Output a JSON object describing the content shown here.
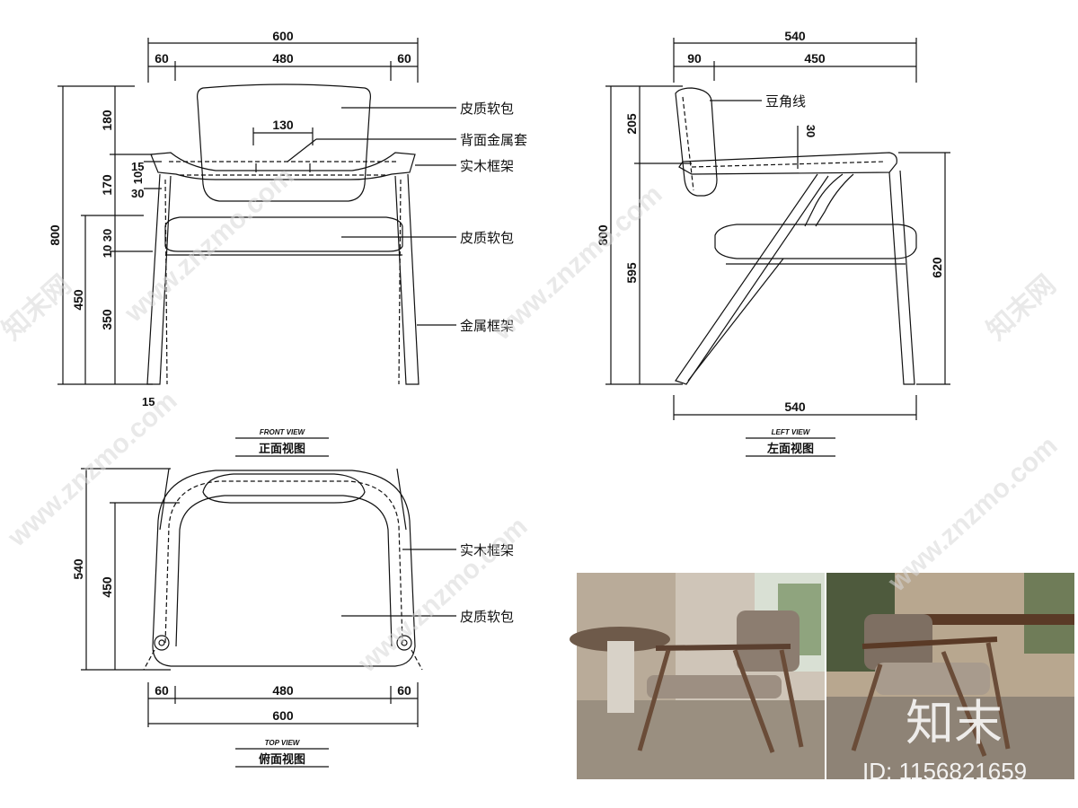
{
  "front_view": {
    "dims": {
      "overall_width": "600",
      "left_arm": "60",
      "inner_width": "480",
      "right_arm": "60",
      "back_rail": "130",
      "h_back": "180",
      "h_arm_band": "170",
      "h_15": "15",
      "h_10": "10",
      "h_30": "30",
      "h_seat_10": "10",
      "h_seat_30": "30",
      "h_total": "800",
      "h_seat": "450",
      "h_leg": "350",
      "leg_width": "15"
    },
    "labels": {
      "back_pad": "皮质软包",
      "back_metal": "背面金属套",
      "wood_frame": "实木框架",
      "seat_pad": "皮质软包",
      "metal_frame": "金属框架"
    },
    "caption_en": "FRONT VIEW",
    "caption_cn": "正面视图"
  },
  "left_view": {
    "dims": {
      "overall_depth": "540",
      "back_depth": "90",
      "seat_depth": "450",
      "h_205": "205",
      "h_800": "800",
      "h_595": "595",
      "h_620": "620",
      "h_30": "30",
      "bottom_depth": "540"
    },
    "labels": {
      "bead_line": "豆角线"
    },
    "caption_en": "LEFT VIEW",
    "caption_cn": "左面视图"
  },
  "top_view": {
    "dims": {
      "h_540": "540",
      "h_450": "450",
      "left": "60",
      "inner": "480",
      "right": "60",
      "overall": "600"
    },
    "labels": {
      "wood_frame": "实木框架",
      "leather": "皮质软包"
    },
    "caption_en": "TOP VIEW",
    "caption_cn": "俯面视图"
  },
  "watermark": {
    "site": "www.znzmo.com",
    "brand": "知末",
    "id_text": "ID: 1156821659",
    "brand_net": "知末网"
  },
  "colors": {
    "line": "#111111",
    "background": "#ffffff"
  }
}
